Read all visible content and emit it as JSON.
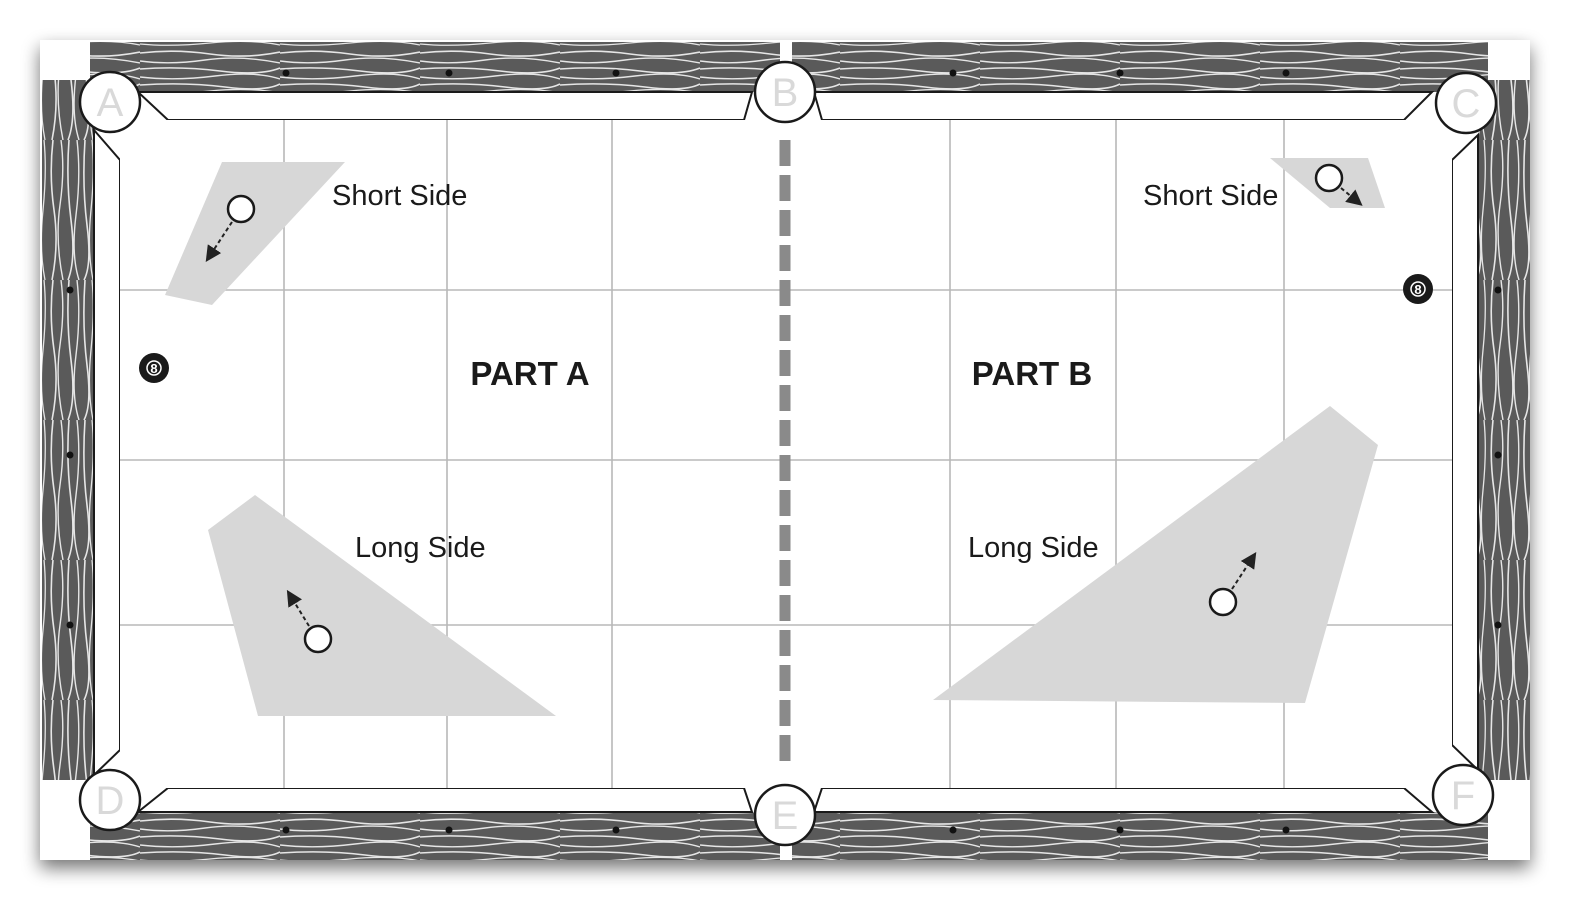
{
  "pockets": {
    "top_left": "A",
    "top_middle": "B",
    "top_right": "C",
    "bottom_left": "D",
    "bottom_middle": "E",
    "bottom_right": "F"
  },
  "parts": {
    "part_a": "PART A",
    "part_b": "PART B"
  },
  "zones": {
    "a_short": "Short Side",
    "a_long": "Long Side",
    "b_short": "Short Side",
    "b_long": "Long Side"
  },
  "object_balls": {
    "left": "8",
    "right": "8"
  },
  "colors": {
    "rail_wood": "#4a4a4a",
    "cloth": "#ffffff",
    "grid": "#b8b8b8",
    "zone_shade": "#d7d7d7",
    "center_line": "#8a8a8a"
  }
}
